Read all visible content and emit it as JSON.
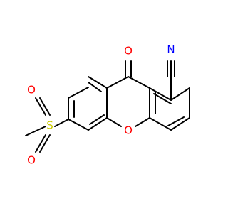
{
  "molecule": {
    "atoms": {
      "nitrogen": "N",
      "carbonyl_oxygen": "O",
      "ring_oxygen": "O",
      "sulfur": "S",
      "sulfonyl_oxygen_top": "O",
      "sulfonyl_oxygen_bottom": "O"
    },
    "colors": {
      "bond": "#000000",
      "oxygen": "#ff0000",
      "sulfur": "#cccc00",
      "nitrogen": "#0000ff"
    }
  }
}
